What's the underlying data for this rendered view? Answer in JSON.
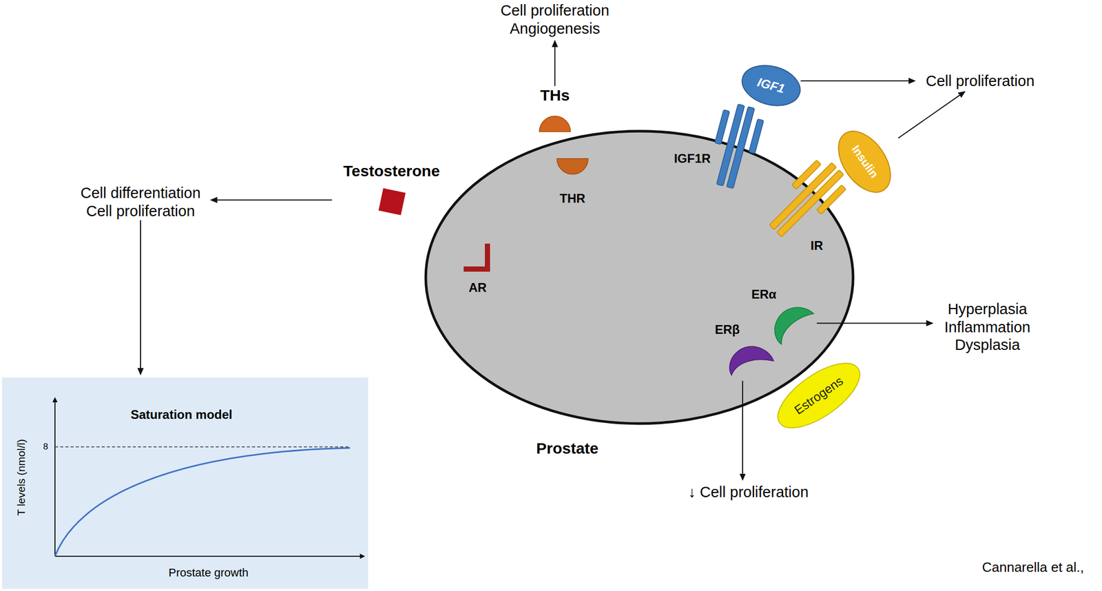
{
  "diagram": {
    "nodes": [
      {
        "text": [
          "Cell proliferation Angiogenesis"
        ]
      },
      {
        "text": [
          "THs"
        ]
      },
      {
        "text": [
          "IGF1"
        ]
      },
      {
        "text": [
          "Cell proliferation"
        ]
      },
      {
        "text": [
          "Testosterone"
        ]
      },
      {
        "text": [
          "Cell differentiation Cell proliferation"
        ]
      },
      {
        "text": [
          "Prostate"
        ]
      },
      {
        "text": [
          "THR"
        ],
        "in": 6
      },
      {
        "text": [
          "IGF1R"
        ],
        "in": 6
      },
      {
        "text": [
          "Insulin"
        ]
      },
      {
        "text": [
          "IR"
        ],
        "in": 6
      },
      {
        "text": [
          "AR"
        ],
        "in": 6
      },
      {
        "text": [
          "ERα"
        ],
        "in": 6
      },
      {
        "text": [
          "ERβ"
        ],
        "in": 6
      },
      {
        "text": [
          "Hyperplasia Inflammation Dysplasia"
        ]
      },
      {
        "text": [
          "Estrogens"
        ]
      },
      {
        "text": [
          "↓ Cell proliferation"
        ]
      },
      {
        "text": [
          "Saturation model"
        ]
      }
    ],
    "edges": [
      {
        "from": 1,
        "to": 0,
        "arrow": "to"
      },
      {
        "from": 2,
        "to": 3,
        "arrow": "to"
      },
      {
        "from": 9,
        "to": 3,
        "arrow": "to"
      },
      {
        "from": 4,
        "to": 5,
        "arrow": "to"
      },
      {
        "from": 5,
        "to": 17,
        "arrow": "to"
      },
      {
        "from": 12,
        "to": 14,
        "arrow": "to"
      },
      {
        "from": 13,
        "to": 16,
        "arrow": "to"
      }
    ],
    "labels": [
      "8",
      "T levels (nmol/l)",
      "Prostate growth",
      "Cannarella et al.,"
    ]
  }
}
